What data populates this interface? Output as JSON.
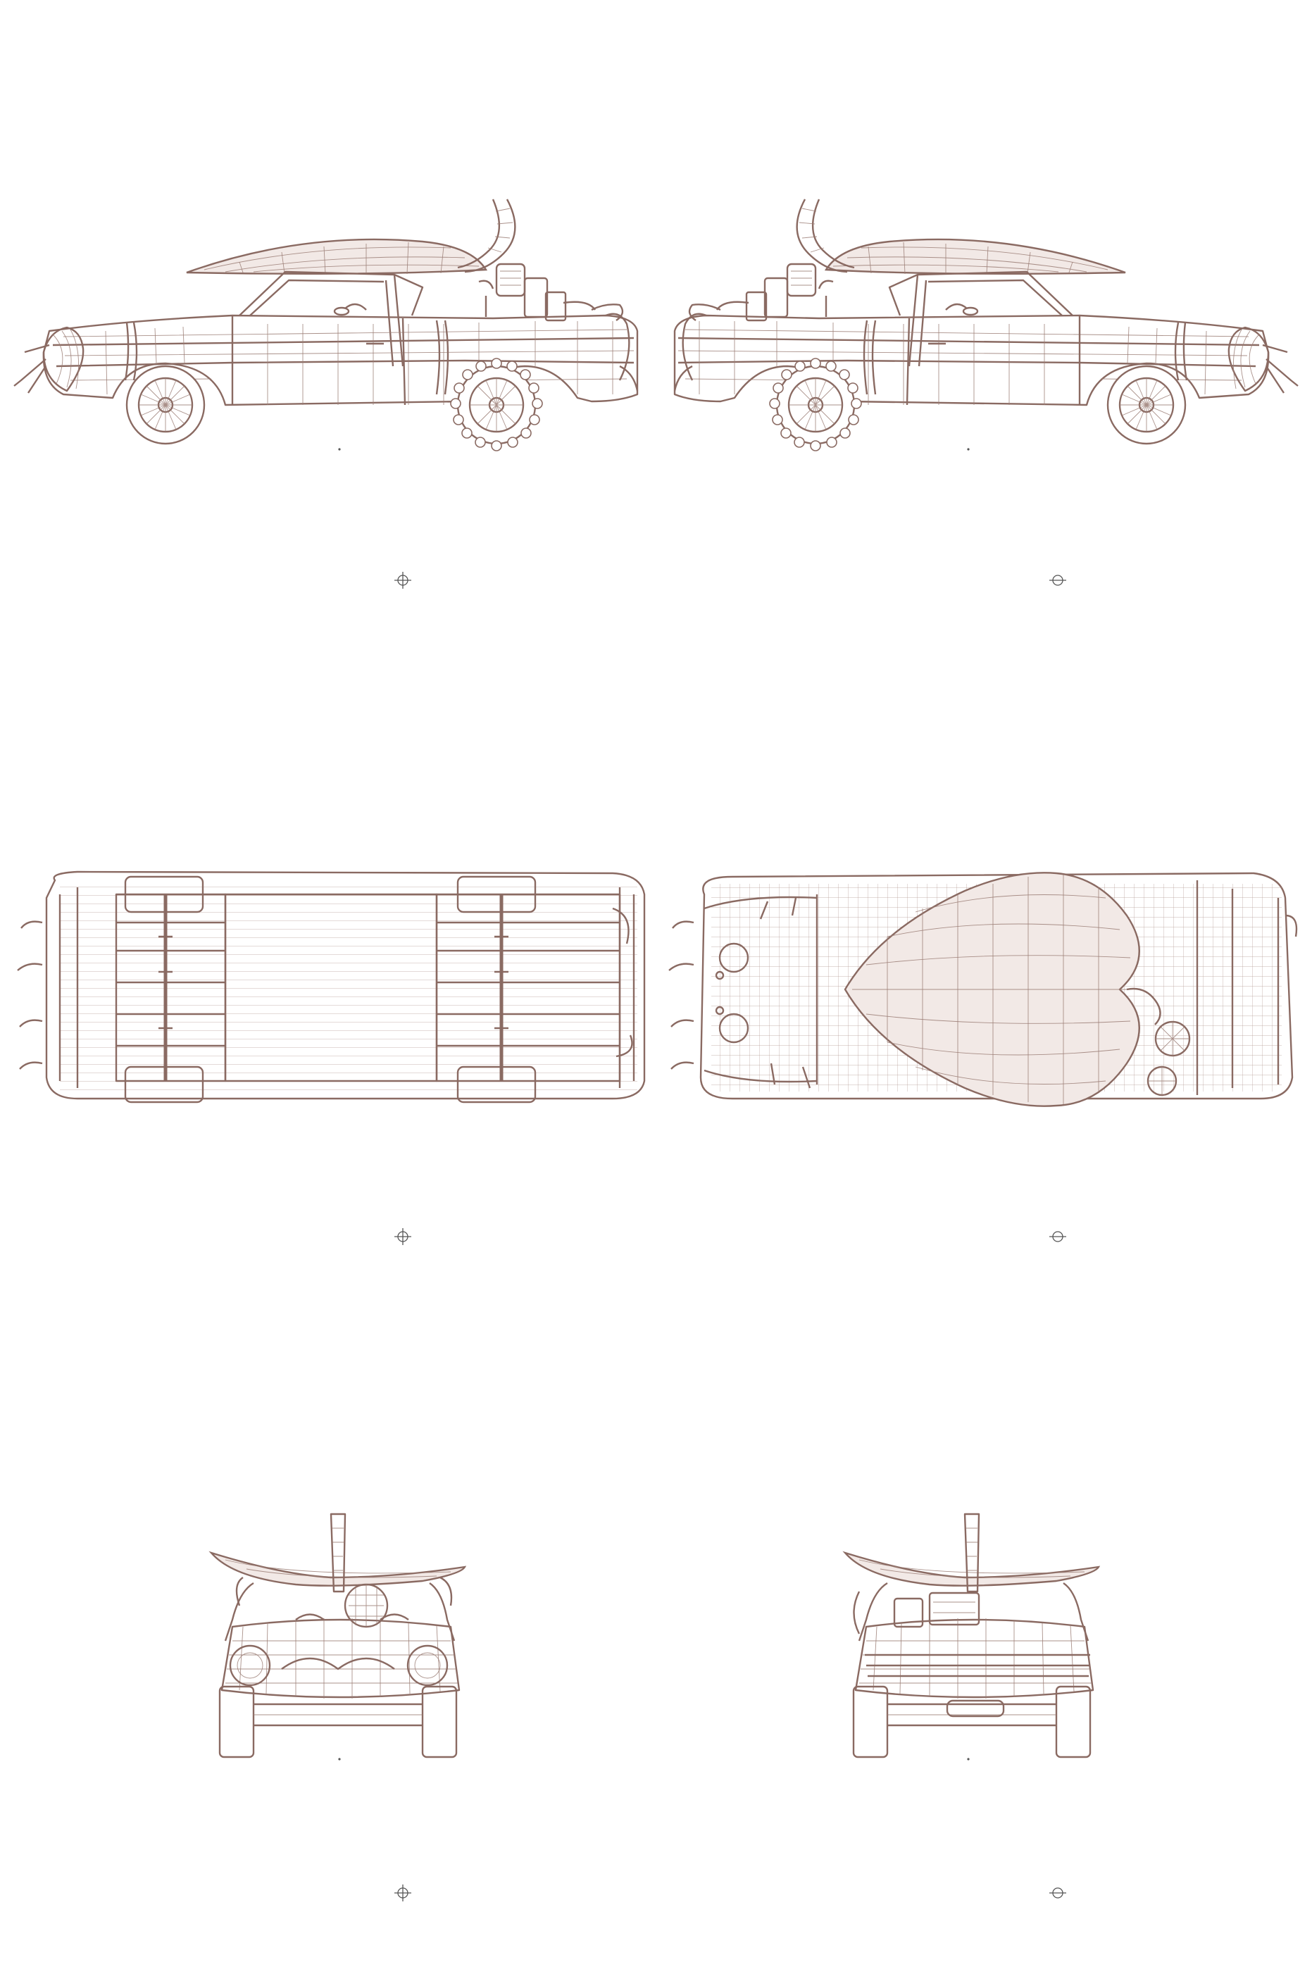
{
  "canvas": {
    "background": "#ffffff",
    "line_color": "#8a6a62"
  },
  "views": [
    {
      "id": "left-side",
      "type": "side-view"
    },
    {
      "id": "right-side",
      "type": "side-view"
    },
    {
      "id": "bottom",
      "type": "top-view"
    },
    {
      "id": "top",
      "type": "top-view"
    },
    {
      "id": "front",
      "type": "front-view"
    },
    {
      "id": "rear",
      "type": "rear-view"
    }
  ],
  "icons": {
    "marker": "crosshair-icon"
  }
}
